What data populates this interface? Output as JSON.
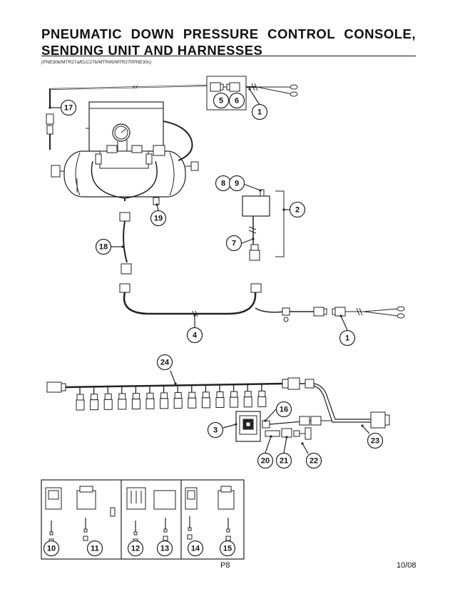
{
  "header": {
    "title_line1": "PNEUMATIC DOWN PRESSURE CONTROL CONSOLE,",
    "title_line2": "SENDING UNIT AND HARNESSES",
    "subtitle": "(PNE30b/MTR27a/ELC27b/MTR45/MTR27f/PNE30c)"
  },
  "callouts": [
    "1",
    "2",
    "3",
    "4",
    "5",
    "6",
    "7",
    "8",
    "9",
    "10",
    "11",
    "12",
    "13",
    "14",
    "15",
    "16",
    "17",
    "18",
    "19",
    "20",
    "21",
    "22",
    "23",
    "24"
  ],
  "footer": {
    "page": "P8",
    "date": "10/08"
  }
}
